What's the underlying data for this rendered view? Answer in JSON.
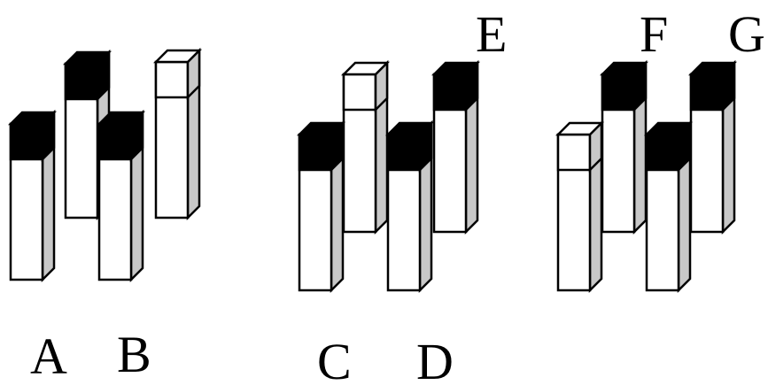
{
  "labels": {
    "a": "A",
    "b": "B",
    "c": "C",
    "d": "D",
    "e": "E",
    "f": "F",
    "g": "G"
  },
  "groups": [
    {
      "name": "group-1",
      "prisms": [
        {
          "name": "left-front",
          "cap": "black"
        },
        {
          "name": "back-tall",
          "cap": "black"
        },
        {
          "name": "right-front",
          "cap": "black"
        },
        {
          "name": "back-right",
          "cap": "white"
        }
      ]
    },
    {
      "name": "group-2",
      "prisms": [
        {
          "name": "left-front",
          "cap": "black"
        },
        {
          "name": "back-middle",
          "cap": "white"
        },
        {
          "name": "right-front",
          "cap": "black"
        },
        {
          "name": "back-right",
          "cap": "black"
        }
      ]
    },
    {
      "name": "group-3",
      "prisms": [
        {
          "name": "left-front",
          "cap": "white"
        },
        {
          "name": "back-middle",
          "cap": "black"
        },
        {
          "name": "right-front",
          "cap": "black"
        },
        {
          "name": "back-right",
          "cap": "black"
        }
      ]
    }
  ]
}
